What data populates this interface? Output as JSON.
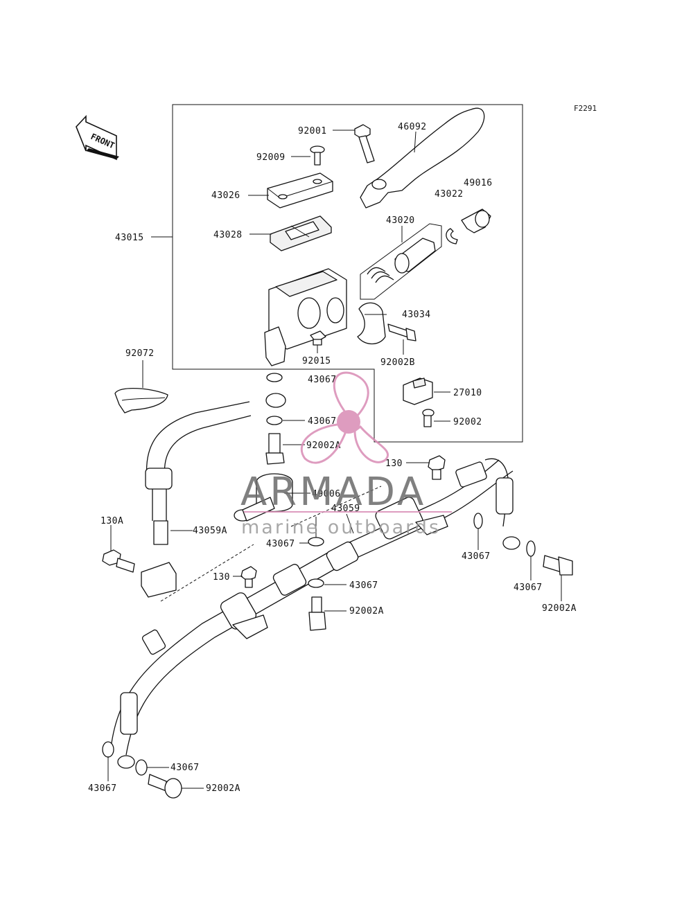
{
  "figure_code": "F2291",
  "front_marker": "FRONT",
  "watermark": {
    "title": "ARMADA",
    "subtitle": "marine outboards",
    "colors": {
      "logo": "#d98bb5",
      "text": "#6b6b6b"
    }
  },
  "labels": {
    "l92001": "92001",
    "l46092": "46092",
    "l92009": "92009",
    "l43026": "43026",
    "l49016": "49016",
    "l43022": "43022",
    "l43015": "43015",
    "l43028": "43028",
    "l43020": "43020",
    "l43034": "43034",
    "l92015": "92015",
    "l92002B": "92002B",
    "l92072": "92072",
    "l43067a": "43067",
    "l27010": "27010",
    "l43067b": "43067",
    "l92002": "92002",
    "l92002Aa": "92002A",
    "l130a": "130",
    "l49006": "49006",
    "l43059": "43059",
    "l130A": "130A",
    "l43059A": "43059A",
    "l43067c": "43067",
    "l43067d": "43067",
    "l130b": "130",
    "l43067e": "43067",
    "l92002Ab": "92002A",
    "l43067f": "43067",
    "l92002Ac": "92002A",
    "l43067g": "43067",
    "l43067h": "43067",
    "l92002Ad": "92002A"
  }
}
